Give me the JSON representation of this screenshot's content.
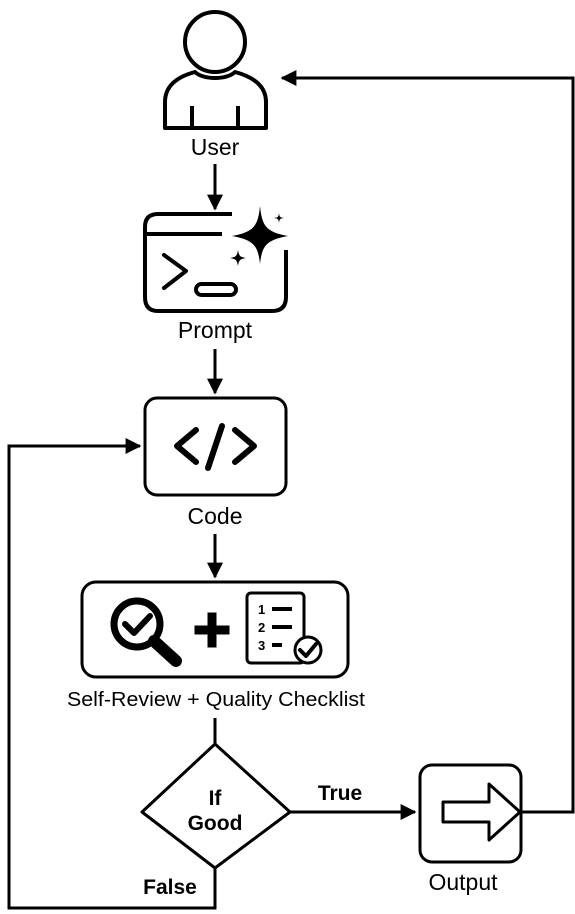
{
  "colors": {
    "stroke": "#000000",
    "background": "#ffffff"
  },
  "nodes": {
    "user": {
      "label": "User",
      "icon": "person-icon"
    },
    "prompt": {
      "label": "Prompt",
      "icon": "terminal-sparkle-icon"
    },
    "code": {
      "label": "Code",
      "icon": "code-brackets-icon",
      "glyph": "</>"
    },
    "review": {
      "label": "Self-Review + Quality Checklist",
      "icons": [
        "magnifier-check-icon",
        "plus-icon",
        "checklist-icon"
      ],
      "checklist_numbers": [
        "1",
        "2",
        "3"
      ]
    },
    "decision": {
      "line1": "If",
      "line2": "Good"
    },
    "output": {
      "label": "Output",
      "icon": "arrow-right-outline-icon"
    }
  },
  "edges": {
    "true_label": "True",
    "false_label": "False"
  }
}
